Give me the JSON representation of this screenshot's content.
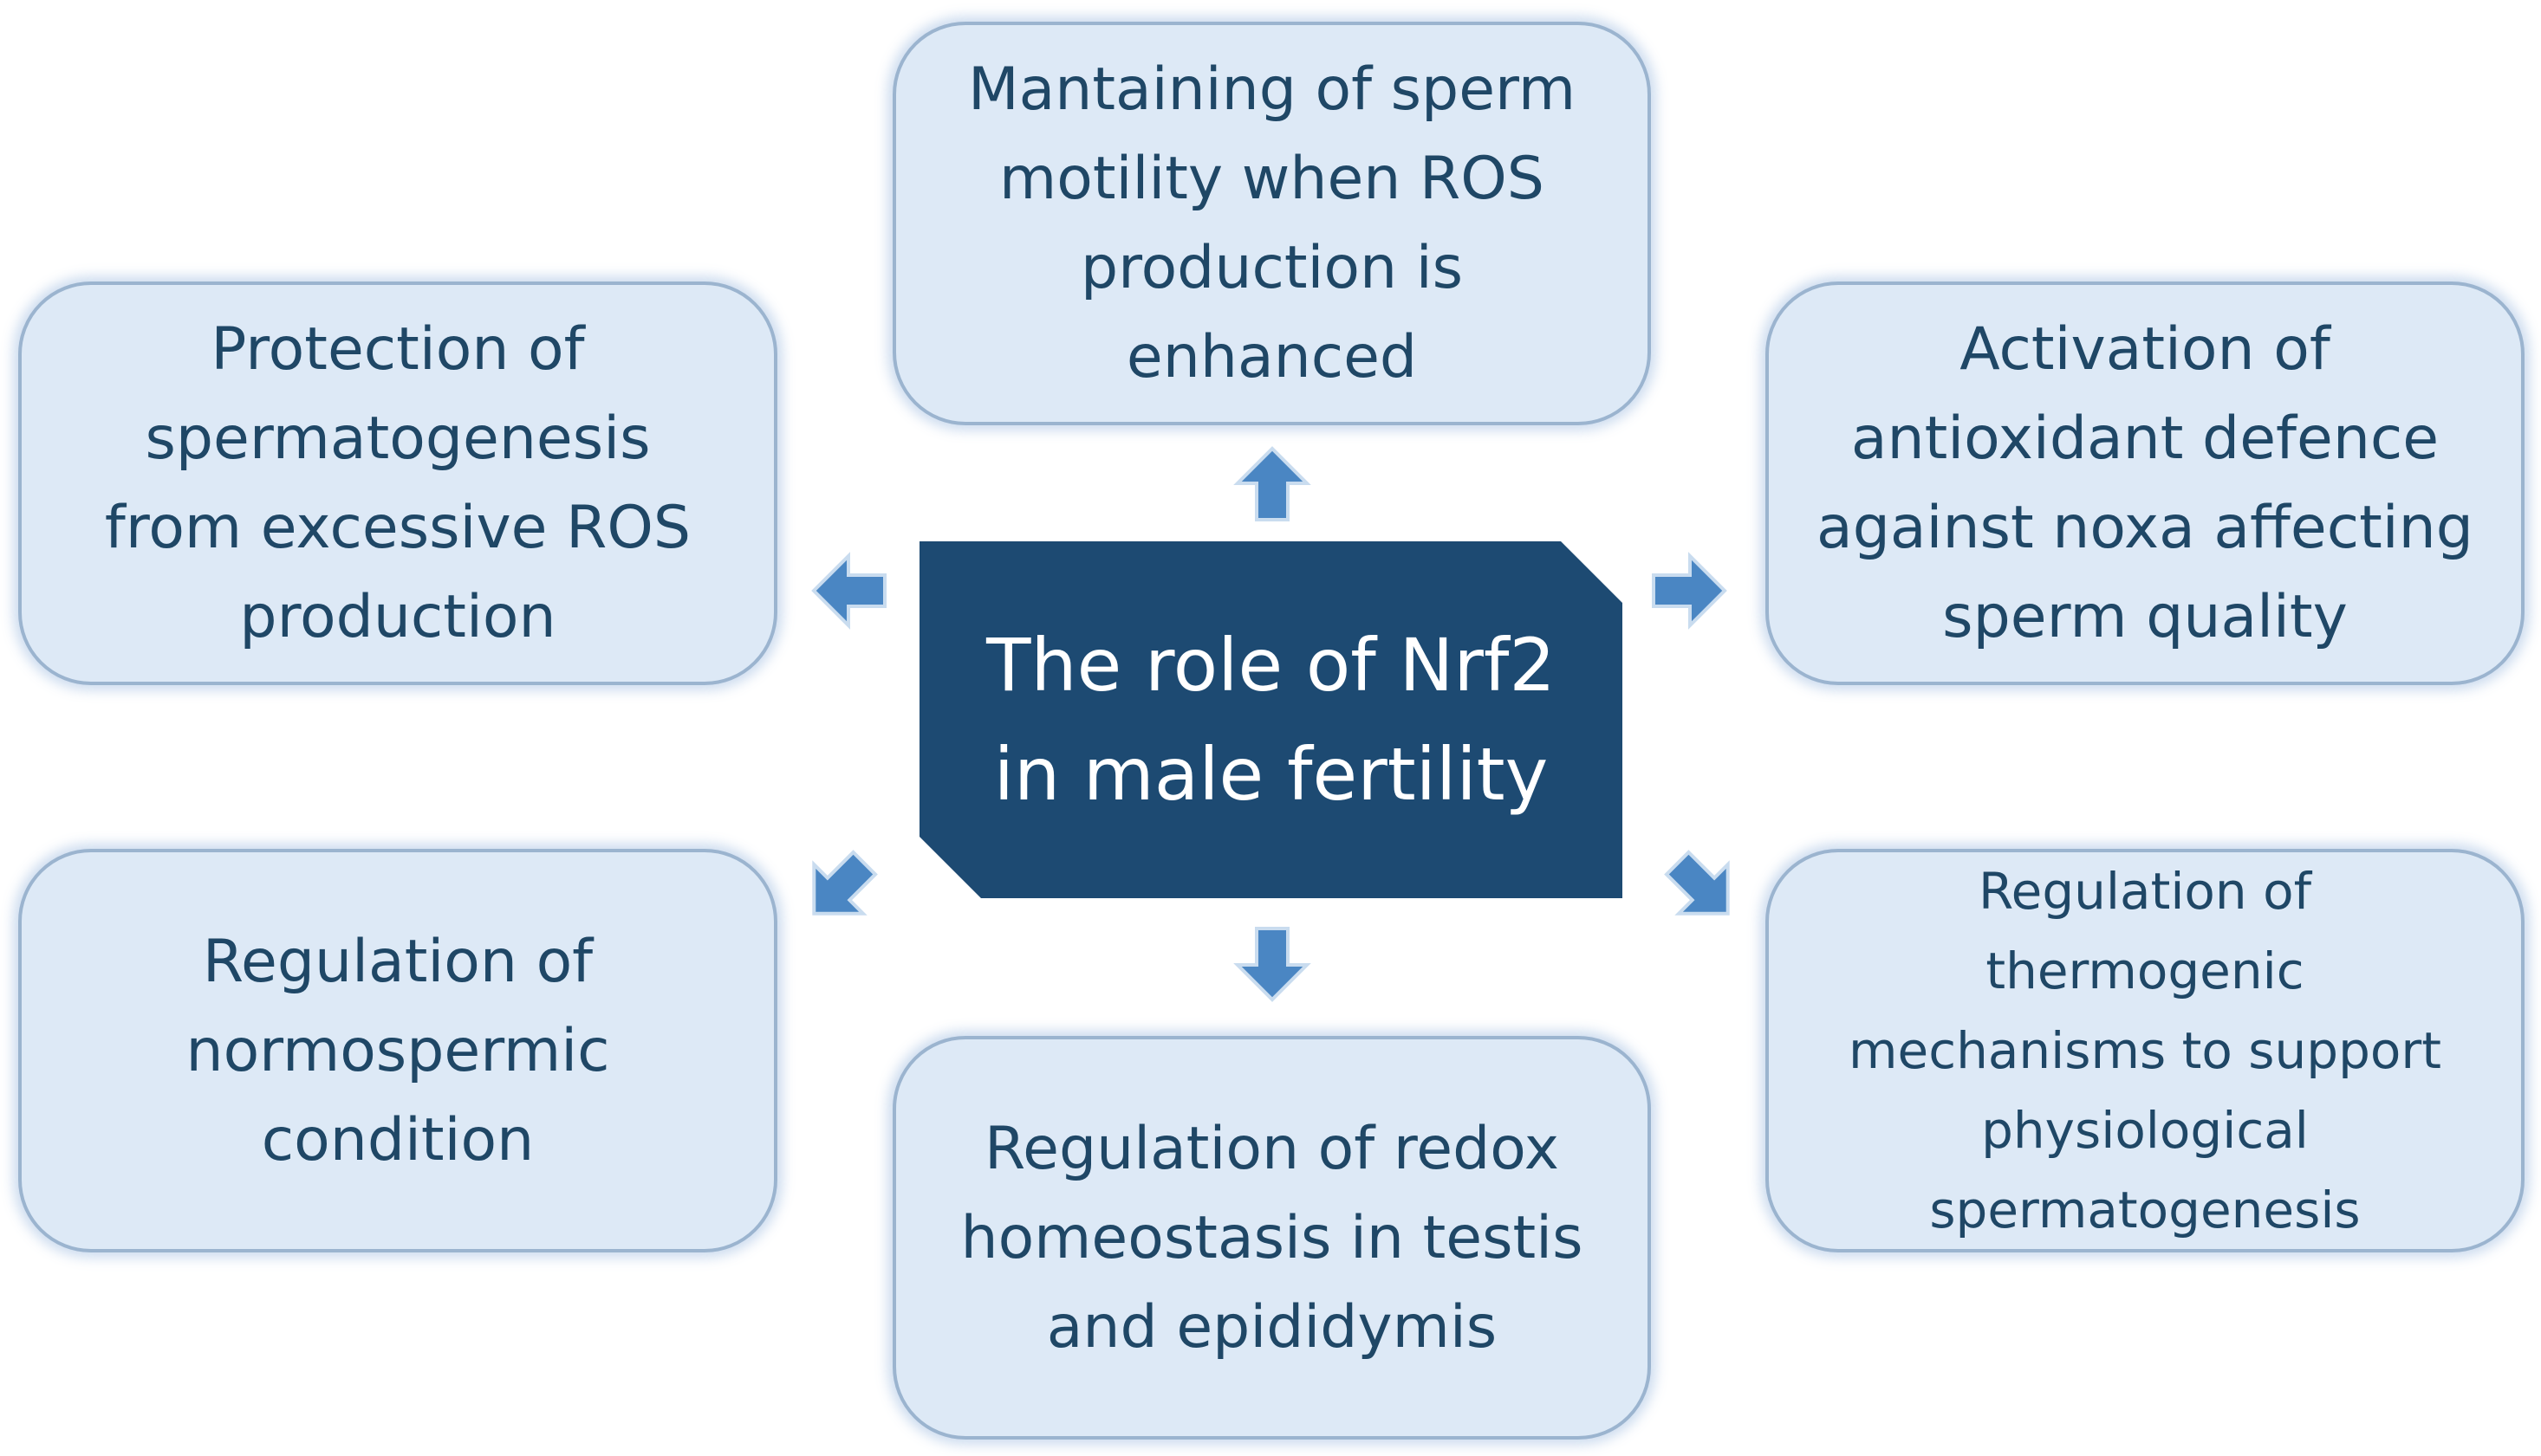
{
  "diagram": {
    "center": {
      "title": "The role of Nrf2\nin male fertility"
    },
    "boxes": {
      "top": "Mantaining of sperm\nmotility when ROS\nproduction is\nenhanced",
      "top_left": "Protection of\nspermatogenesis\nfrom excessive ROS\nproduction",
      "top_right": "Activation of\nantioxidant defence\nagainst  noxa affecting\nsperm quality",
      "bottom_left": "Regulation of\nnormospermic\ncondition",
      "bottom_right": "Regulation of\nthermogenic\nmechanisms to support\nphysiological\nspermatogenesis",
      "bottom": "Regulation of redox\nhomeostasis in testis\nand epididymis"
    },
    "colors": {
      "center_fill": "#1d4a72",
      "center_text": "#ffffff",
      "box_fill": "#dde9f6",
      "box_border": "#9bb4cf",
      "box_text": "#1f4766",
      "arrow_fill": "#4a86c3"
    }
  }
}
